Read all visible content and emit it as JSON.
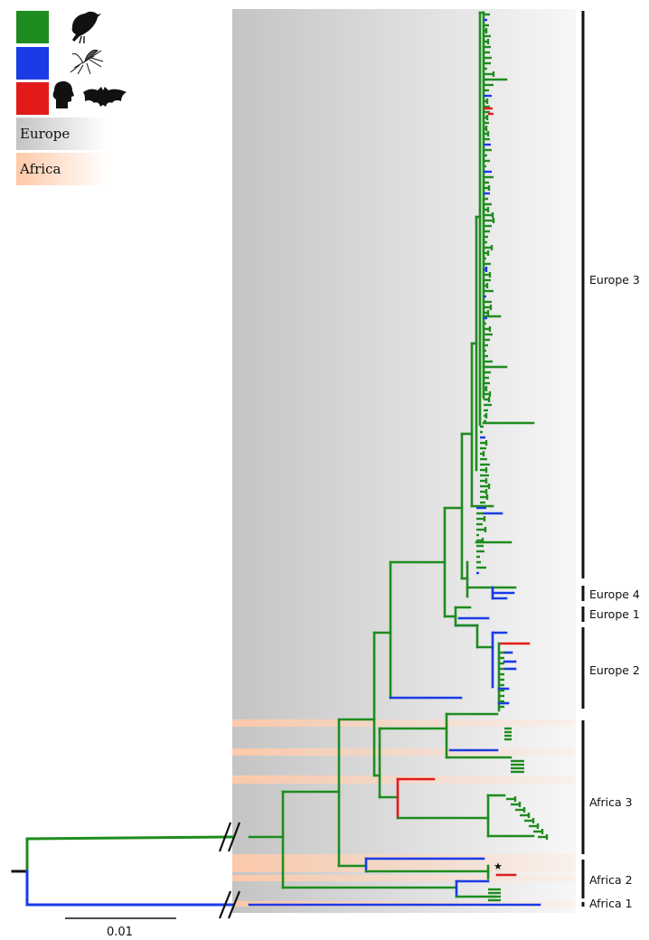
{
  "colors": {
    "birds": "#1e8c1e",
    "mosquitoes": "#1a3be6",
    "mammals": "#e31a1a",
    "europe_shade": "#c8c8c8",
    "africa_shade": "#ffd2b8"
  },
  "legend": {
    "host_items": [
      {
        "color": "#1e8c1e",
        "icons": [
          "bird-icon"
        ]
      },
      {
        "color": "#1a3be6",
        "icons": [
          "mosquito-icon"
        ]
      },
      {
        "color": "#e31a1a",
        "icons": [
          "human-head-icon",
          "bat-icon"
        ]
      }
    ],
    "regions": [
      {
        "label": "Europe"
      },
      {
        "label": "Africa"
      }
    ]
  },
  "clades": [
    {
      "label": "Europe 3"
    },
    {
      "label": "Europe 4"
    },
    {
      "label": "Europe 1"
    },
    {
      "label": "Europe 2"
    },
    {
      "label": "Africa 3"
    },
    {
      "label": "Africa 2"
    },
    {
      "label": "Africa 1"
    }
  ],
  "scale_bar": {
    "label": "0.01"
  },
  "annotations": {
    "star": "★"
  }
}
